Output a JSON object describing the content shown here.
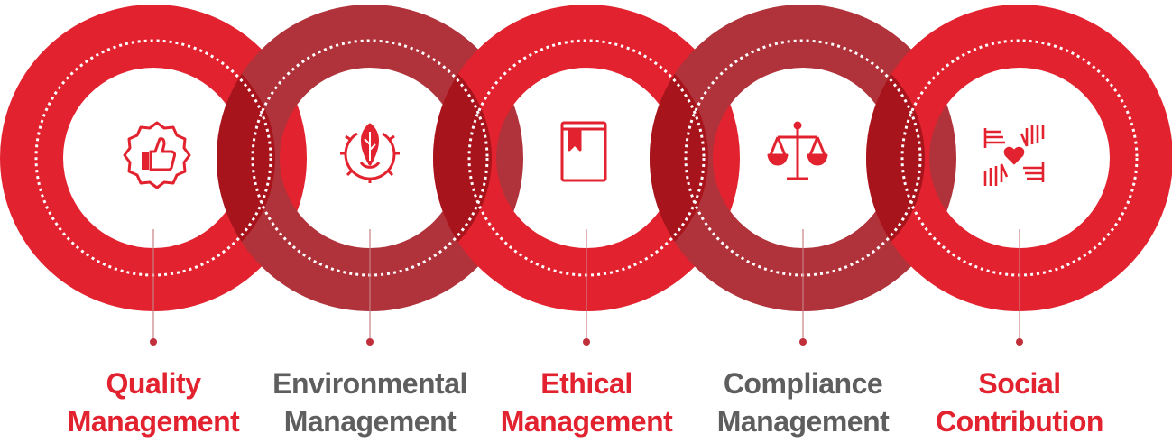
{
  "colors": {
    "red": "#e2232f",
    "dark_red": "#b0323a",
    "overlap": "#a8141c",
    "gray_text": "#5e5e5e",
    "dots": "#ffffff"
  },
  "items": [
    {
      "line1": "Quality",
      "line2": "Management",
      "icon": "thumbs-up-badge-icon",
      "ring_color": "red",
      "text_color": "red"
    },
    {
      "line1": "Environmental",
      "line2": "Management",
      "icon": "leaf-gear-icon",
      "ring_color": "dark_red",
      "text_color": "gray_text"
    },
    {
      "line1": "Ethical",
      "line2": "Management",
      "icon": "bookmarked-book-icon",
      "ring_color": "red",
      "text_color": "red"
    },
    {
      "line1": "Compliance",
      "line2": "Management",
      "icon": "balance-scale-icon",
      "ring_color": "dark_red",
      "text_color": "gray_text"
    },
    {
      "line1": "Social",
      "line2": "Contribution",
      "icon": "hands-heart-icon",
      "ring_color": "red",
      "text_color": "red"
    }
  ]
}
